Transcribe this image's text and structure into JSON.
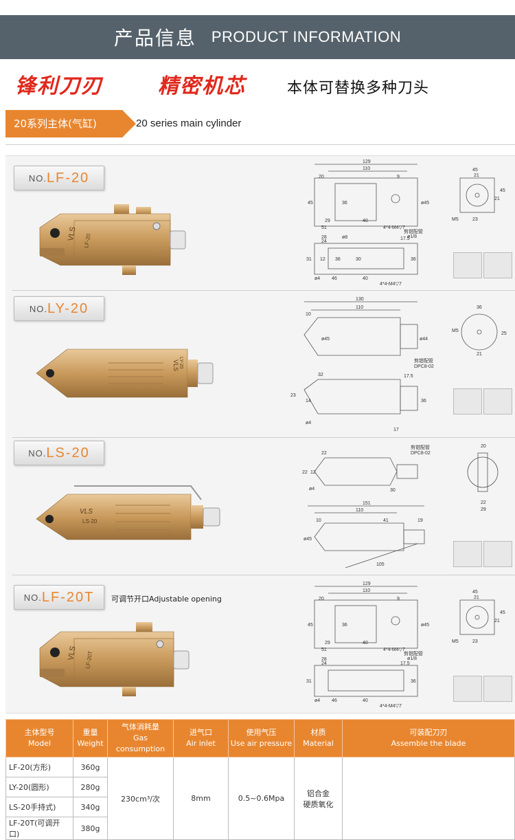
{
  "header": {
    "title_cn": "产品信息",
    "title_en": "PRODUCT INFORMATION"
  },
  "slogan": {
    "s1": "锋利刀刃",
    "s2": "精密机芯",
    "s3": "本体可替换多种刀头"
  },
  "series": {
    "tag": "20系列主体(气缸)",
    "label_en": "20 series main cylinder"
  },
  "products": [
    {
      "no": "NO.",
      "model": "LF-20",
      "body_mark": "VLS",
      "body_model": "LF-20"
    },
    {
      "no": "NO.",
      "model": "LY-20",
      "body_mark": "VLS",
      "body_model": "LY-20"
    },
    {
      "no": "NO.",
      "model": "LS-20",
      "body_mark": "VLS",
      "body_model": "LS-20"
    },
    {
      "no": "NO.",
      "model": "LF-20T",
      "body_mark": "VLS",
      "body_model": "LF-20T",
      "note": "可调节开口Adjustable opening"
    }
  ],
  "drawings": {
    "lf20_top": [
      "129",
      "110",
      "9",
      "20",
      "45",
      "36",
      "ø45",
      "29",
      "40",
      "51",
      "4*4-M4▽7"
    ],
    "lf20_side": [
      "28",
      "24",
      "ø8",
      "17.5",
      "剪钳配管",
      "ø1/8",
      "31",
      "ø4",
      "46",
      "40",
      "4*4-M4▽7",
      "12",
      "36",
      "30",
      "36"
    ],
    "lf20_end": [
      "45",
      "21",
      "45",
      "21",
      "M5",
      "23"
    ],
    "ly20_top": [
      "130",
      "110",
      "10",
      "ø45",
      "ø44"
    ],
    "ly20_side": [
      "剪钳配管",
      "DPC8-02",
      "32",
      "17.5",
      "23",
      "14",
      "36",
      "ø4",
      "17"
    ],
    "ly20_end": [
      "36",
      "M5",
      "25",
      "21"
    ],
    "ls20_top": [
      "剪钳配管",
      "DPC8-02",
      "22",
      "22",
      "12",
      "ø4",
      "30"
    ],
    "ls20_side": [
      "151",
      "110",
      "10",
      "41",
      "19",
      "ø45",
      "105"
    ],
    "ls20_end": [
      "20",
      "22",
      "29"
    ],
    "lf20t_top": [
      "129",
      "110",
      "9",
      "20",
      "45",
      "36",
      "ø45",
      "29",
      "40",
      "51",
      "4*4-M4▽7"
    ],
    "lf20t_side": [
      "28",
      "24",
      "剪钳配管",
      "ø1/8",
      "17.5",
      "31",
      "ø4",
      "46",
      "40",
      "4*4-M4▽7",
      "36"
    ],
    "lf20t_end": [
      "45",
      "21",
      "45",
      "21",
      "M5",
      "23"
    ]
  },
  "table": {
    "headers": [
      {
        "cn": "主体型号",
        "en": "Model"
      },
      {
        "cn": "重量",
        "en": "Weight"
      },
      {
        "cn": "气体消耗量",
        "en": "Gas consumption"
      },
      {
        "cn": "进气口",
        "en": "Air inlet"
      },
      {
        "cn": "使用气压",
        "en": "Use air pressure"
      },
      {
        "cn": "材质",
        "en": "Material"
      },
      {
        "cn": "可装配刀刃",
        "en": "Assemble the blade"
      }
    ],
    "rows": [
      {
        "model": "LF-20(方形)",
        "weight": "360g"
      },
      {
        "model": "LY-20(圆形)",
        "weight": "280g"
      },
      {
        "model": "LS-20手持式)",
        "weight": "340g"
      },
      {
        "model": "LF-20T(可调开口)",
        "weight": "380g"
      }
    ],
    "gas": "230cm³/次",
    "inlet": "8mm",
    "pressure": "0.5~0.6Mpa",
    "material_1": "铝合金",
    "material_2": "硬质氧化"
  },
  "colors": {
    "accent": "#e8862f",
    "header_bg": "#56626b",
    "slogan_red": "#e0281c",
    "gold": "#c99a5c"
  }
}
